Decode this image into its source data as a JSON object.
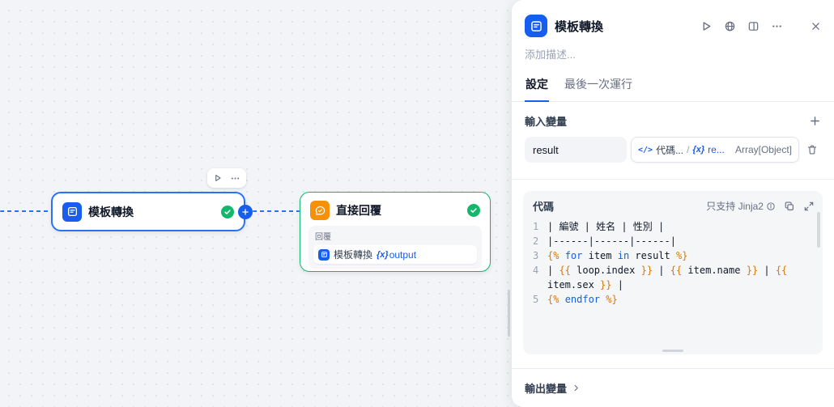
{
  "canvas": {
    "toolbar": {
      "buttons": [
        "play",
        "more"
      ]
    },
    "nodes": {
      "template": {
        "title": "模板轉換"
      },
      "answer": {
        "title": "直接回覆",
        "group_label": "回覆",
        "ref_node": "模板轉換",
        "ref_var_glyph": "{x}",
        "ref_var": "output"
      }
    }
  },
  "panel": {
    "title": "模板轉換",
    "description_placeholder": "添加描述...",
    "tabs": {
      "settings": "設定",
      "last_run": "最後一次運行"
    },
    "inputs": {
      "section_title": "輸入變量",
      "row": {
        "name": "result",
        "code_glyph": "</>",
        "node_ref": "代碼...",
        "separator": "/",
        "var_glyph": "{x}",
        "var_ref": "re...",
        "type": "Array[Object]"
      }
    },
    "code": {
      "section_title": "代碼",
      "hint": "只支持 Jinja2",
      "lines": [
        {
          "num": "1",
          "segments": [
            {
              "t": "| 編號 | 姓名 | 性別 |",
              "c": "text"
            }
          ]
        },
        {
          "num": "2",
          "segments": [
            {
              "t": "|------|------|------|",
              "c": "text"
            }
          ]
        },
        {
          "num": "3",
          "segments": [
            {
              "t": "{% ",
              "c": "tag"
            },
            {
              "t": "for",
              "c": "kw"
            },
            {
              "t": " item ",
              "c": "text"
            },
            {
              "t": "in",
              "c": "kw"
            },
            {
              "t": " result ",
              "c": "text"
            },
            {
              "t": "%}",
              "c": "tag"
            }
          ]
        },
        {
          "num": "4",
          "segments": [
            {
              "t": "| ",
              "c": "text"
            },
            {
              "t": "{{",
              "c": "tag"
            },
            {
              "t": " loop.index ",
              "c": "text"
            },
            {
              "t": "}}",
              "c": "tag"
            },
            {
              "t": " | ",
              "c": "text"
            },
            {
              "t": "{{",
              "c": "tag"
            },
            {
              "t": " item.name ",
              "c": "text"
            },
            {
              "t": "}}",
              "c": "tag"
            },
            {
              "t": " | ",
              "c": "text"
            },
            {
              "t": "{{",
              "c": "tag"
            },
            {
              "t": " item.sex ",
              "c": "text"
            },
            {
              "t": "}}",
              "c": "tag"
            },
            {
              "t": " |",
              "c": "text"
            }
          ]
        },
        {
          "num": "5",
          "segments": [
            {
              "t": "{% ",
              "c": "tag"
            },
            {
              "t": "endfor",
              "c": "kw"
            },
            {
              "t": " %}",
              "c": "tag"
            }
          ]
        }
      ]
    },
    "output": {
      "section_title": "輸出變量"
    }
  }
}
